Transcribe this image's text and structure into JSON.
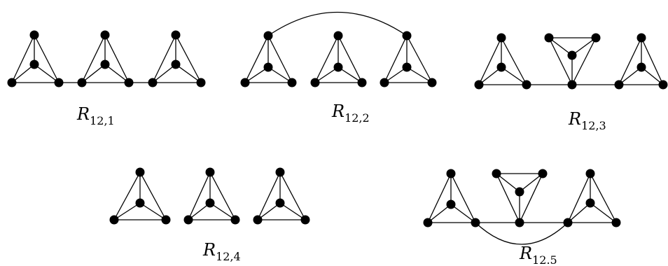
{
  "graphs": [
    {
      "id": "r12-1",
      "letter": "R",
      "subscript": "12,1"
    },
    {
      "id": "r12-2",
      "letter": "R",
      "subscript": "12,2"
    },
    {
      "id": "r12-3",
      "letter": "R",
      "subscript": "12,3"
    },
    {
      "id": "r12-4",
      "letter": "R",
      "subscript": "12,4"
    },
    {
      "id": "r12-5",
      "letter": "R",
      "subscript": "12.5"
    }
  ],
  "colors": {
    "stroke": "#000000",
    "vertex": "#000000",
    "background": "#ffffff"
  }
}
